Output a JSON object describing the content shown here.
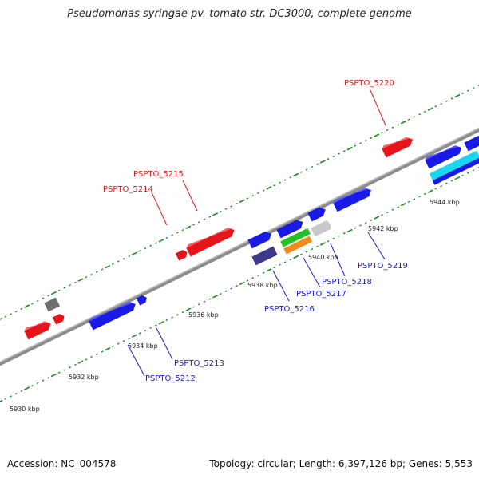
{
  "title": "Pseudomonas syringae pv. tomato str. DC3000, complete genome",
  "footer": {
    "accession": "Accession: NC_004578",
    "summary": "Topology: circular; Length: 6,397,126 bp; Genes: 5,553"
  },
  "colors": {
    "backbone": "#8c8c8c",
    "ticks": "#1f8a1f",
    "forward_gene": "#e8141b",
    "reverse_gene": "#1a1ae6",
    "forward_label": "#e8141b",
    "reverse_label": "#1a1ae6"
  },
  "scale_labels": [
    "5930 kbp",
    "5932 kbp",
    "5934 kbp",
    "5936 kbp",
    "5938 kbp",
    "5940 kbp",
    "5942 kbp",
    "5944 kbp"
  ],
  "gene_labels": [
    {
      "id": "lbl-5220",
      "text": "PSPTO_5220",
      "strand": "forward"
    },
    {
      "id": "lbl-5215",
      "text": "PSPTO_5215",
      "strand": "forward"
    },
    {
      "id": "lbl-5214",
      "text": "PSPTO_5214",
      "strand": "forward"
    },
    {
      "id": "lbl-5213",
      "text": "PSPTO_5213",
      "strand": "reverse"
    },
    {
      "id": "lbl-5212",
      "text": "PSPTO_5212",
      "strand": "reverse"
    },
    {
      "id": "lbl-5216",
      "text": "PSPTO_5216",
      "strand": "reverse"
    },
    {
      "id": "lbl-5217",
      "text": "PSPTO_5217",
      "strand": "reverse"
    },
    {
      "id": "lbl-5218",
      "text": "PSPTO_5218",
      "strand": "reverse"
    },
    {
      "id": "lbl-5219",
      "text": "PSPTO_5219",
      "strand": "reverse"
    }
  ]
}
